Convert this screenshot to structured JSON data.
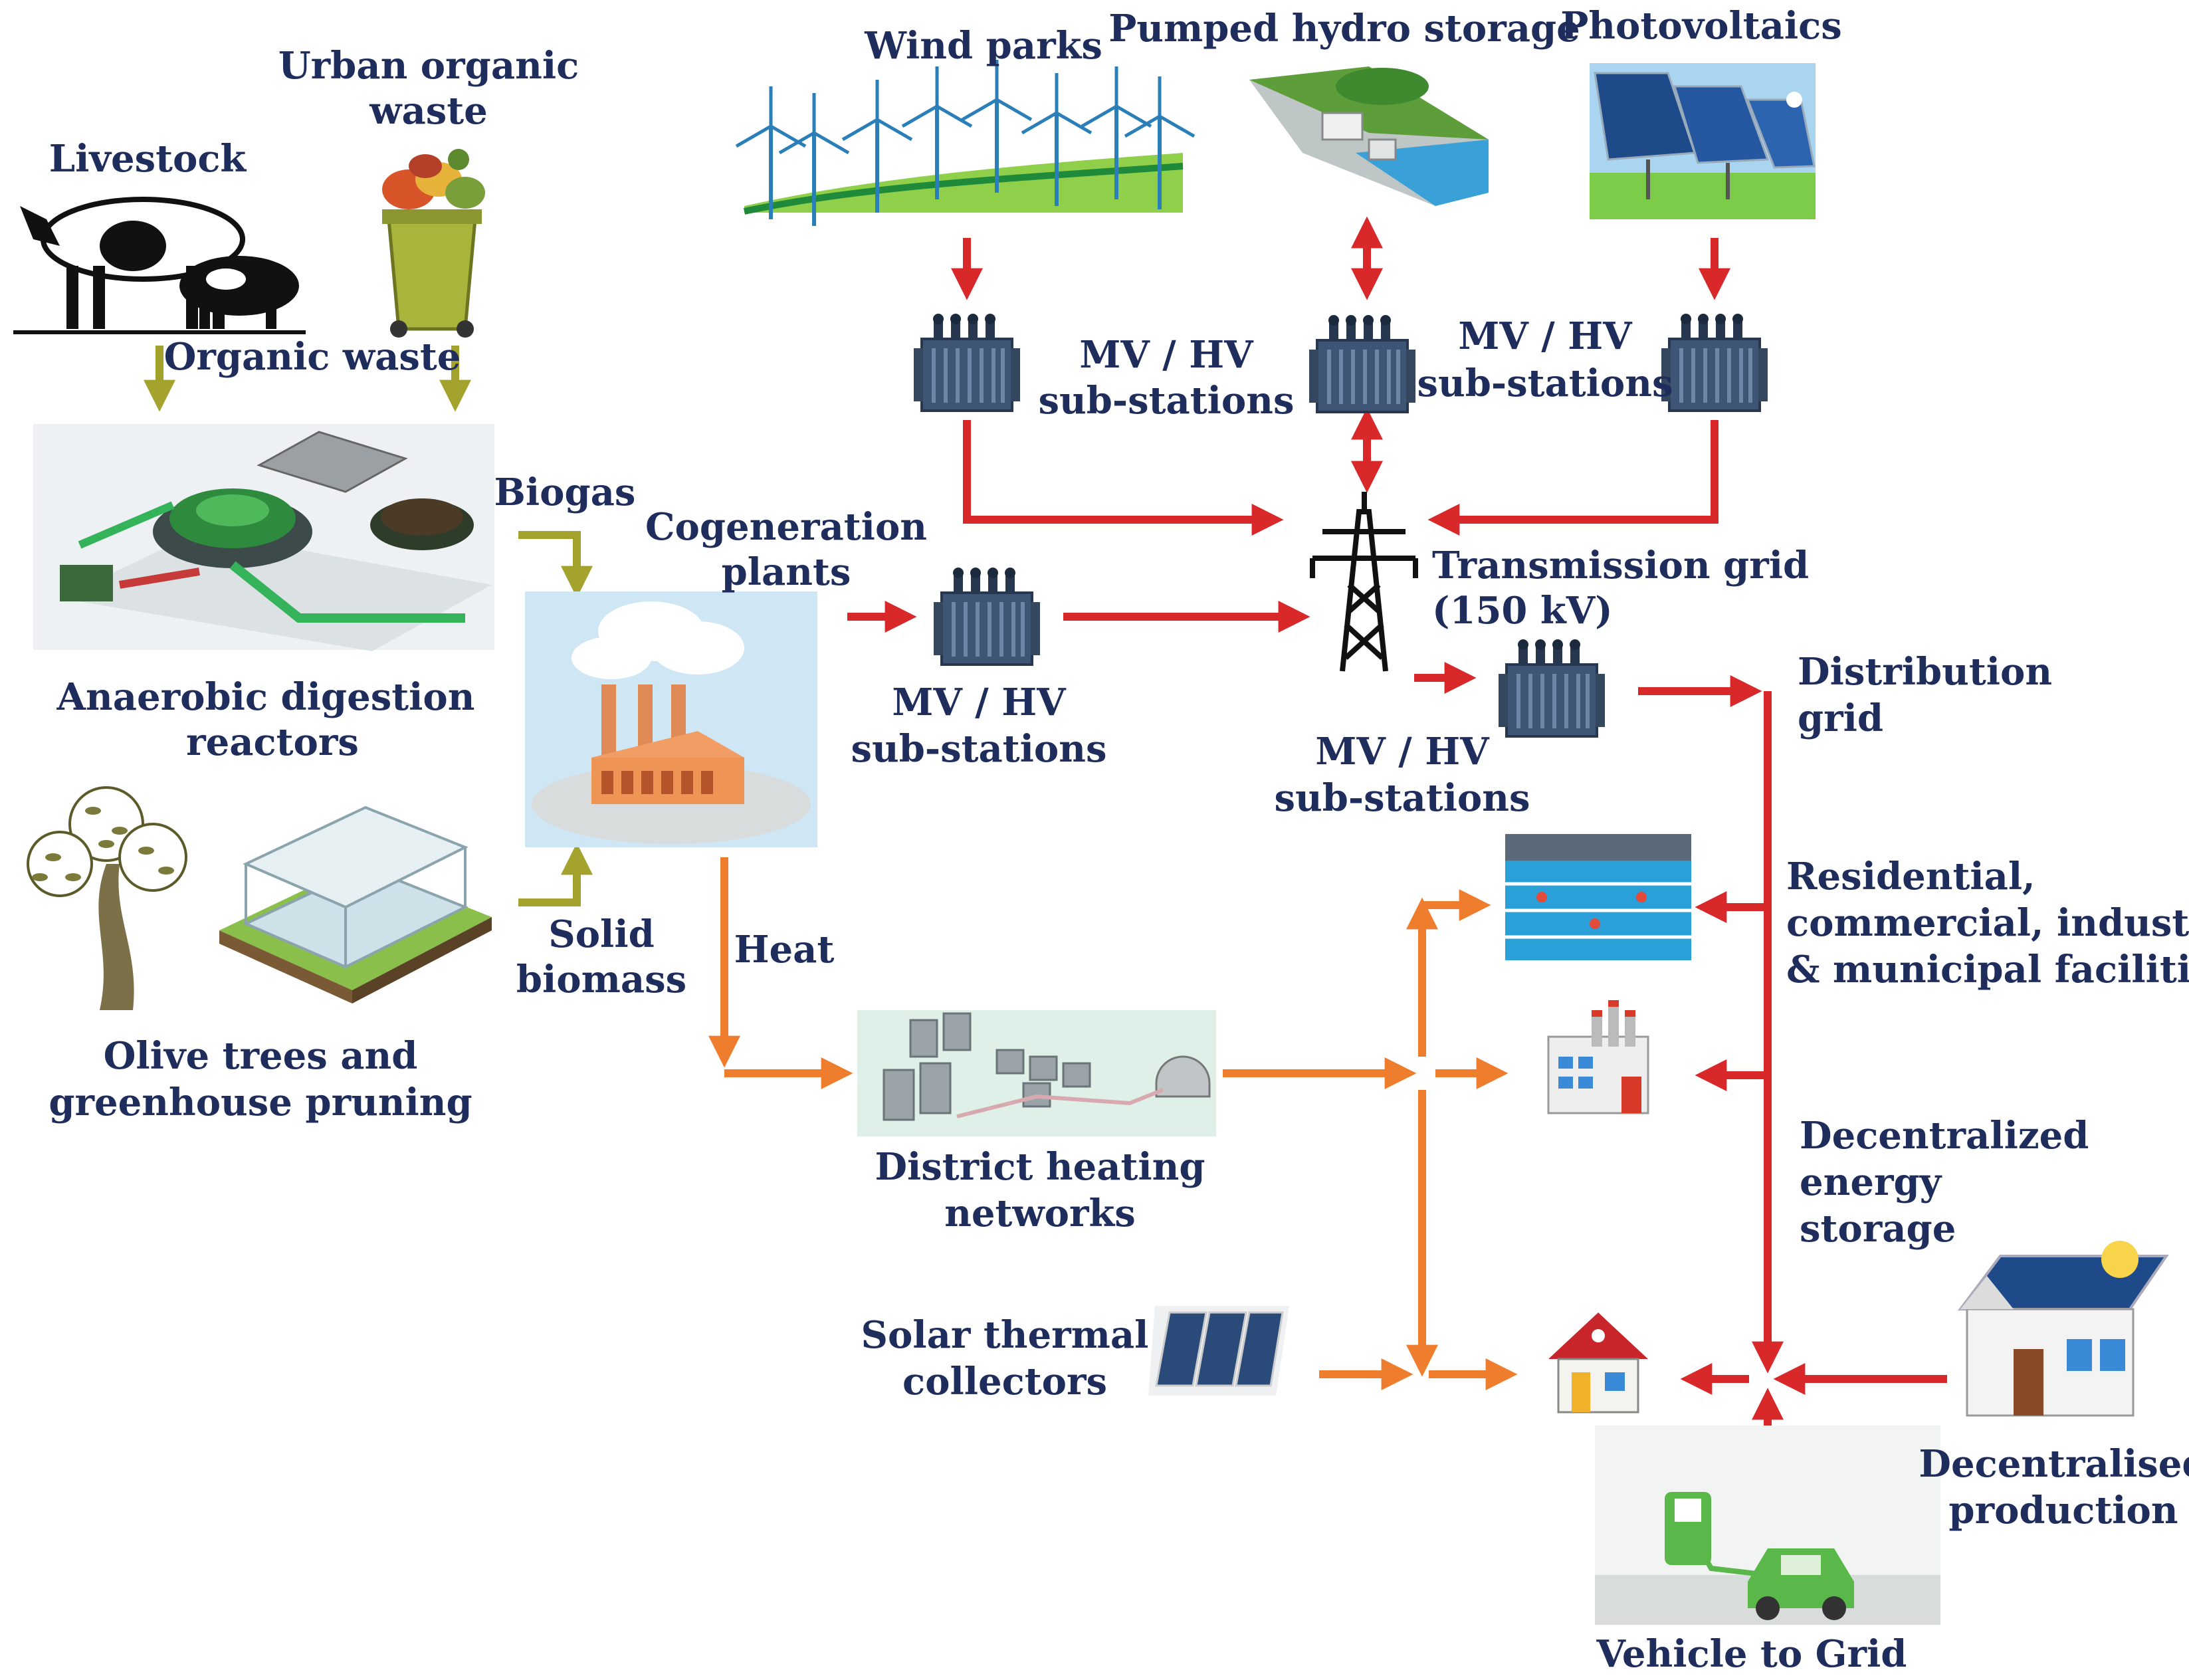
{
  "colors": {
    "text": "#1f2d5c",
    "electric": "#d8282a",
    "heat": "#ef7d2e",
    "biomass": "#a3a22d"
  },
  "labels": {
    "livestock": "Livestock",
    "urban_waste": [
      "Urban organic",
      "waste"
    ],
    "organic_waste": "Organic waste",
    "anaerobic": [
      "Anaerobic digestion",
      "reactors"
    ],
    "olive": [
      "Olive trees and",
      "greenhouse pruning"
    ],
    "biogas": "Biogas",
    "solid_biomass": [
      "Solid",
      "biomass"
    ],
    "cogeneration": [
      "Cogeneration",
      "plants"
    ],
    "heat": "Heat",
    "wind": "Wind parks",
    "pumped": "Pumped hydro storage",
    "pv": "Photovoltaics",
    "sub_top_left": [
      "MV / HV",
      "sub-stations"
    ],
    "sub_top_right": [
      "MV / HV",
      "sub-stations"
    ],
    "sub_cogen": [
      "MV / HV",
      "sub-stations"
    ],
    "sub_dist": [
      "MV / HV",
      "sub-stations"
    ],
    "transmission": [
      "Transmission grid",
      "(150 kV)"
    ],
    "distribution": [
      "Distribution",
      "grid"
    ],
    "facilities": [
      "Residential,",
      "commercial, industrial",
      "& municipal facilities"
    ],
    "district": [
      "District heating",
      "networks"
    ],
    "decentral_storage": [
      "Decentralized",
      "energy",
      "storage"
    ],
    "solar_thermal": [
      "Solar thermal",
      "collectors"
    ],
    "decentral_production": [
      "Decentralised",
      "production"
    ],
    "v2g": "Vehicle to Grid"
  },
  "icons": [
    "livestock-icon",
    "organic-bin-icon",
    "biogas-plant-icon",
    "olive-tree-icon",
    "greenhouse-icon",
    "cogeneration-factory-icon",
    "wind-turbines-icon",
    "pumped-hydro-icon",
    "solar-panels-icon",
    "transformer-icon",
    "pylon-icon",
    "district-heating-icon",
    "swimming-pool-icon",
    "factory-icon",
    "house-icon",
    "solar-thermal-collector-icon",
    "solar-house-icon",
    "ev-charger-icon"
  ],
  "flows": {
    "biomass": [
      "Organic waste to anaerobic digestion",
      "Biogas to cogeneration",
      "Solid biomass to cogeneration"
    ],
    "heat": [
      "Cogeneration to district heating",
      "District heating to facilities",
      "Solar thermal to house"
    ],
    "electricity": [
      "Renewables to transmission grid",
      "Transmission to distribution grid",
      "Distribution to facilities",
      "Decentralised production to grid",
      "Vehicle to grid"
    ]
  }
}
